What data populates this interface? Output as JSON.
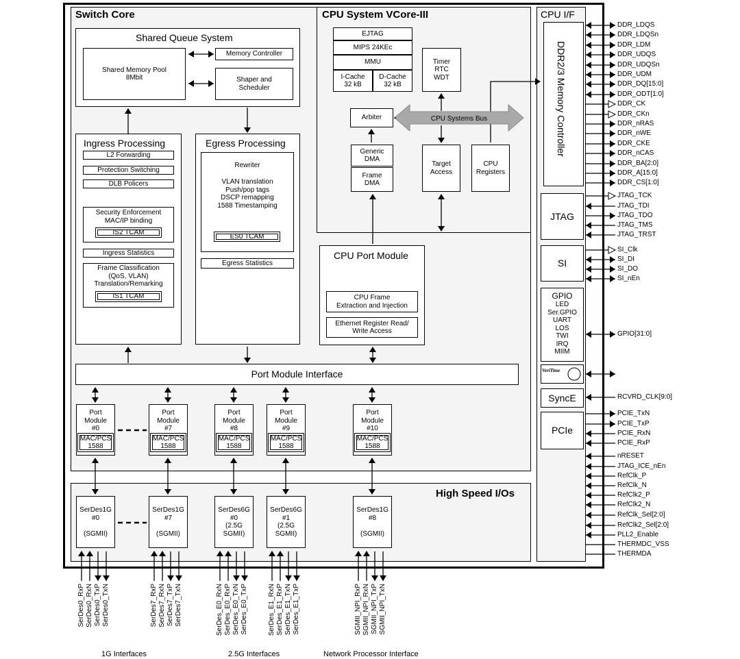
{
  "switch_core": {
    "title": "Switch Core",
    "shared_queue": {
      "title": "Shared Queue System",
      "memory_pool": "Shared Memory Pool\n8Mbit",
      "memory_controller": "Memory Controller",
      "shaper": "Shaper and\nScheduler"
    },
    "ingress": {
      "title": "Ingress Processing",
      "items": [
        "L2 Forwarding",
        "Protection Switching",
        "DLB Policers"
      ],
      "security": "Security Enforcement\nMAC/IP binding",
      "is2": "IS2 TCAM",
      "stats": "Ingress Statistics",
      "classification": "Frame Classification\n(QoS, VLAN)\nTranslation/Remarking",
      "is1": "IS1 TCAM"
    },
    "egress": {
      "title": "Egress Processing",
      "rewriter_title": "Rewriter",
      "rewriter_body": "VLAN translation\nPush/pop tags\nDSCP remapping\n1588 Timestamping",
      "es0": "ES0 TCAM",
      "stats": "Egress Statistics"
    },
    "port_module_interface": "Port Module Interface",
    "port_modules": [
      {
        "label": "Port\nModule\n#0",
        "mac": "MAC/PCS\n1588"
      },
      {
        "label": "Port\nModule\n#7",
        "mac": "MAC/PCS\n1588"
      },
      {
        "label": "Port\nModule\n#8",
        "mac": "MAC/PCS\n1588"
      },
      {
        "label": "Port\nModule\n#9",
        "mac": "MAC/PCS\n1588"
      },
      {
        "label": "Port\nModule\n#10",
        "mac": "MAC/PCS\n1588"
      }
    ]
  },
  "cpu_system": {
    "title": "CPU System VCore-III",
    "ejtag": "EJTAG",
    "mips": "MIPS 24KEc",
    "mmu": "MMU",
    "icache": "I-Cache\n32 kB",
    "dcache": "D-Cache\n32 kB",
    "timer": "Timer\nRTC\nWDT",
    "arbiter": "Arbiter",
    "bus": "CPU Systems Bus",
    "generic_dma": "Generic\nDMA",
    "frame_dma": "Frame\nDMA",
    "target_access": "Target\nAccess",
    "cpu_registers": "CPU\nRegisters"
  },
  "cpu_port_module": {
    "title": "CPU Port Module",
    "extraction": "CPU Frame\nExtraction and Injection",
    "ethernet": "Ethernet Register Read/\nWrite Access"
  },
  "high_speed_io": {
    "title": "High Speed I/Os",
    "serdes": [
      "SerDes1G\n#0\n\n(SGMII)",
      "SerDes1G\n#7\n\n(SGMII)",
      "SerDes6G\n#0\n(2.5G\nSGMII)",
      "SerDes6G\n#1\n(2.5G\nSGMII)",
      "SerDes1G\n#8\n\n(SGMII)"
    ]
  },
  "cpu_if": {
    "title": "CPU I/F",
    "ddr": "DDR2/3 Memory Controller",
    "jtag": "JTAG",
    "si": "SI",
    "gpio_title": "GPIO",
    "gpio_items": "LED\nSer.GPIO\nUART\nLOS\nTWI\nIRQ\nMIIM",
    "veritime": "VeriTime",
    "synce": "SyncE",
    "pcie": "PCIe"
  },
  "pins": {
    "ddr": [
      "DDR_LDQS",
      "DDR_LDQSn",
      "DDR_LDM",
      "DDR_UDQS",
      "DDR_UDQSn",
      "DDR_UDM",
      "DDR_DQ[15:0]",
      "DDR_ODT[1:0]",
      "DDR_CK",
      "DDR_CKn",
      "DDR_nRAS",
      "DDR_nWE",
      "DDR_CKE",
      "DDR_nCAS",
      "DDR_BA[2:0]",
      "DDR_A[15:0]",
      "DDR_CS[1:0]"
    ],
    "jtag": [
      "JTAG_TCK",
      "JTAG_TDI",
      "JTAG_TDO",
      "JTAG_TMS",
      "JTAG_TRST"
    ],
    "si": [
      "SI_Clk",
      "SI_DI",
      "SI_DO",
      "SI_nEn"
    ],
    "gpio": "GPIO[31:0]",
    "synce": "RCVRD_CLK[9:0]",
    "pcie": [
      "PCIE_TxN",
      "PCIE_TxP",
      "PCIE_RxN",
      "PCIE_RxP"
    ],
    "misc": [
      "nRESET",
      "JTAG_ICE_nEn",
      "RefClk_P",
      "RefClk_N",
      "RefClk2_P",
      "RefClk2_N",
      "RefClk_Sel[2:0]",
      "RefClk2_Sel[2:0]",
      "PLL2_Enable",
      "THERMDC_VSS",
      "THERMDA"
    ]
  },
  "serdes_pins": [
    [
      "SerDes0_RxP",
      "SerDes0_RxN",
      "SerDes0_TxP",
      "SerDes0_TxN"
    ],
    [
      "SerDes7_RxP",
      "SerDes7_RxN",
      "SerDes7_TxP",
      "SerDes7_TxN"
    ],
    [
      "SerDes_E0_RxN",
      "SerDes_E0_RxP",
      "SerDes_E0_TxN",
      "SerDes_E0_TxP"
    ],
    [
      "SerDes_E1_RxN",
      "SerDes_E1_RxP",
      "SerDes_E1_TxN",
      "SerDes_E1_TxP"
    ],
    [
      "SGMII_NPI_RxP",
      "SGMII_NPI_RxN",
      "SGMII_NPI_TxP",
      "SGMII_NPI_TxN"
    ]
  ],
  "footer": {
    "g1": "1G Interfaces",
    "g25": "2.5G Interfaces",
    "npi": "Network Processor Interface"
  }
}
